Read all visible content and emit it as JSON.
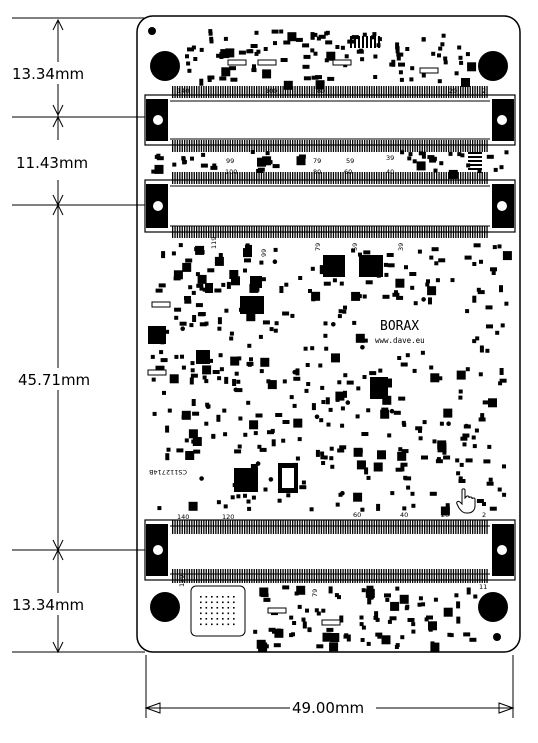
{
  "dimensions": {
    "top_height": "13.34mm",
    "gap_height": "11.43mm",
    "middle_height": "45.71mm",
    "bottom_height": "13.34mm",
    "board_width": "49.00mm"
  },
  "connector_top_outer": {
    "labels": [
      "140",
      "100",
      "80",
      "20",
      "2"
    ]
  },
  "connector_top_inner": {
    "labels": [
      "99",
      "79",
      "59",
      "39",
      "100",
      "80",
      "60",
      "40"
    ]
  },
  "connector_second": {
    "labels": [
      "119",
      "99",
      "79",
      "59",
      "39"
    ]
  },
  "connector_bottom_outer": {
    "labels": [
      "140",
      "120",
      "60",
      "40",
      "20",
      "2"
    ]
  },
  "connector_bottom_inner": {
    "labels": [
      "139",
      "79",
      "11"
    ]
  },
  "brand": {
    "name": "BORAX",
    "url": "www.dave.eu"
  },
  "part_number": "CS112714B",
  "colors": {
    "board_fill": "#ffffff",
    "ink": "#000000"
  }
}
